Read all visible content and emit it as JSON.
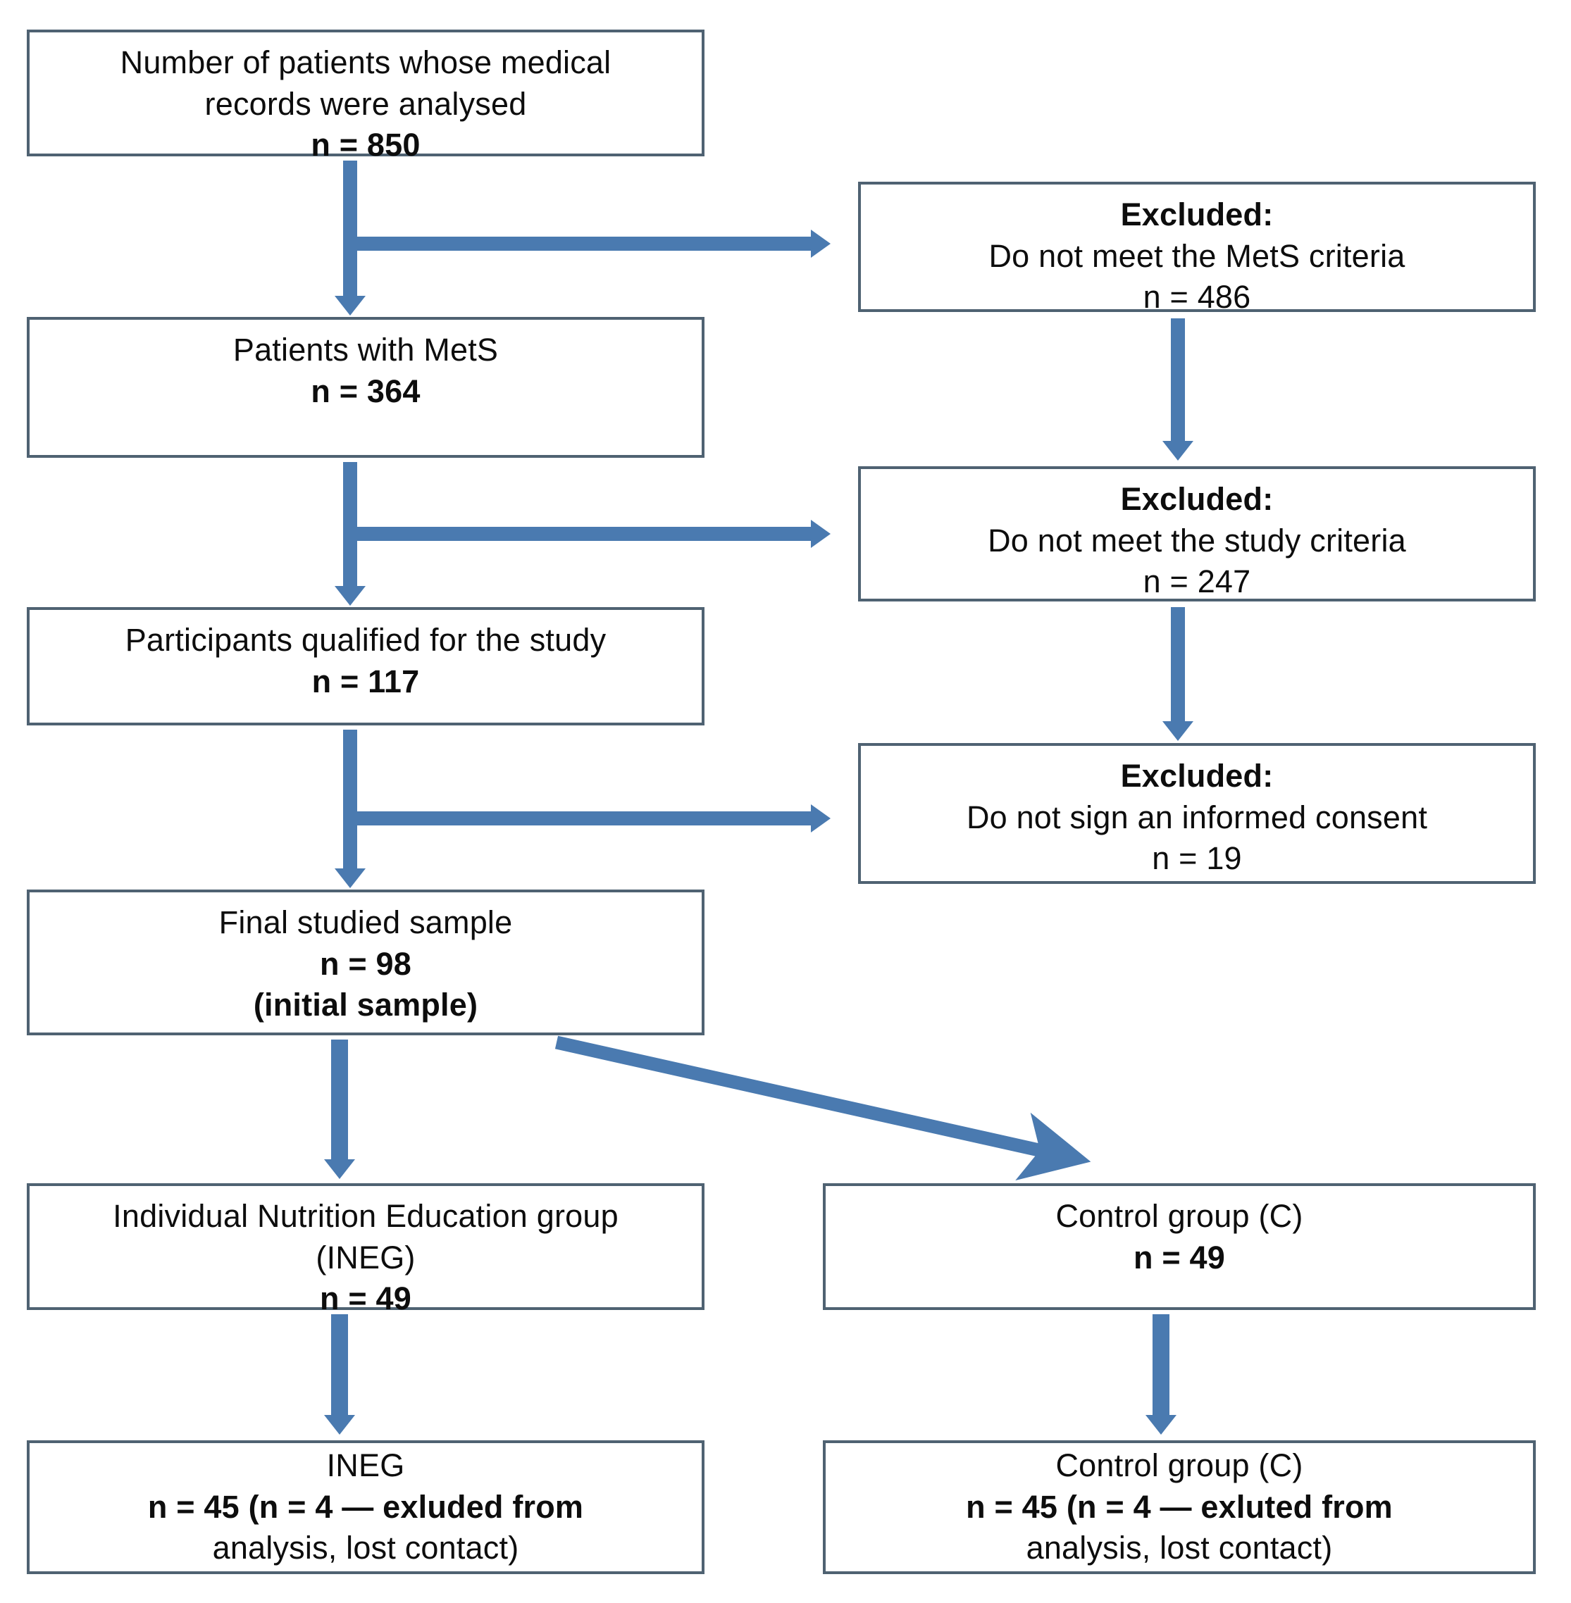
{
  "diagram": {
    "title": "Study participant flow diagram",
    "accent_color": "#4a7ab0",
    "box_border_color": "#4f6272",
    "box_fill_color": "#ffffff",
    "text_color": "#0d0d0d"
  },
  "boxes": {
    "records_analysed": {
      "line1": "Number of patients whose medical",
      "line2": "records were analysed",
      "line3": "n = 850"
    },
    "excluded_mets": {
      "line1": "Excluded:",
      "line2": "Do not meet the MetS criteria",
      "line3": "n = 486"
    },
    "patients_mets": {
      "line1": "Patients with MetS",
      "line2": "n = 364"
    },
    "excluded_study": {
      "line1": "Excluded:",
      "line2": "Do not meet the study criteria",
      "line3": "n = 247"
    },
    "qualified": {
      "line1": "Participants qualified for the study",
      "line2": "n = 117"
    },
    "excluded_consent": {
      "line1": "Excluded:",
      "line2": "Do not sign an informed consent",
      "line3": "n = 19"
    },
    "final_sample": {
      "line1": "Final studied sample",
      "line2": "n = 98",
      "line3": "(initial sample)"
    },
    "ineg_group": {
      "line1": "Individual  Nutrition Education group",
      "line2": "(INEG)",
      "line3": "n = 49"
    },
    "control_group": {
      "line1": "Control group (C)",
      "line2": "n = 49"
    },
    "ineg_final": {
      "line1": "INEG",
      "line2": "n = 45 (n = 4 — exluded from",
      "line3": "analysis, lost contact)"
    },
    "control_final": {
      "line1": "Control group (C)",
      "line2": "n = 45 (n = 4 — exluted from",
      "line3": "analysis, lost contact)"
    }
  },
  "arrows": {
    "a1_label": "records-analysed-to-patients-mets",
    "a2_label": "records-analysed-to-excluded-mets",
    "a3_label": "excluded-mets-to-excluded-study",
    "a4_label": "patients-mets-to-qualified",
    "a5_label": "patients-mets-to-excluded-study",
    "a6_label": "excluded-study-to-excluded-consent",
    "a7_label": "qualified-to-final-sample",
    "a8_label": "qualified-to-excluded-consent",
    "a9_label": "final-sample-to-ineg-group",
    "a10_label": "final-sample-to-control-group",
    "a11_label": "ineg-group-to-ineg-final",
    "a12_label": "control-group-to-control-final"
  }
}
